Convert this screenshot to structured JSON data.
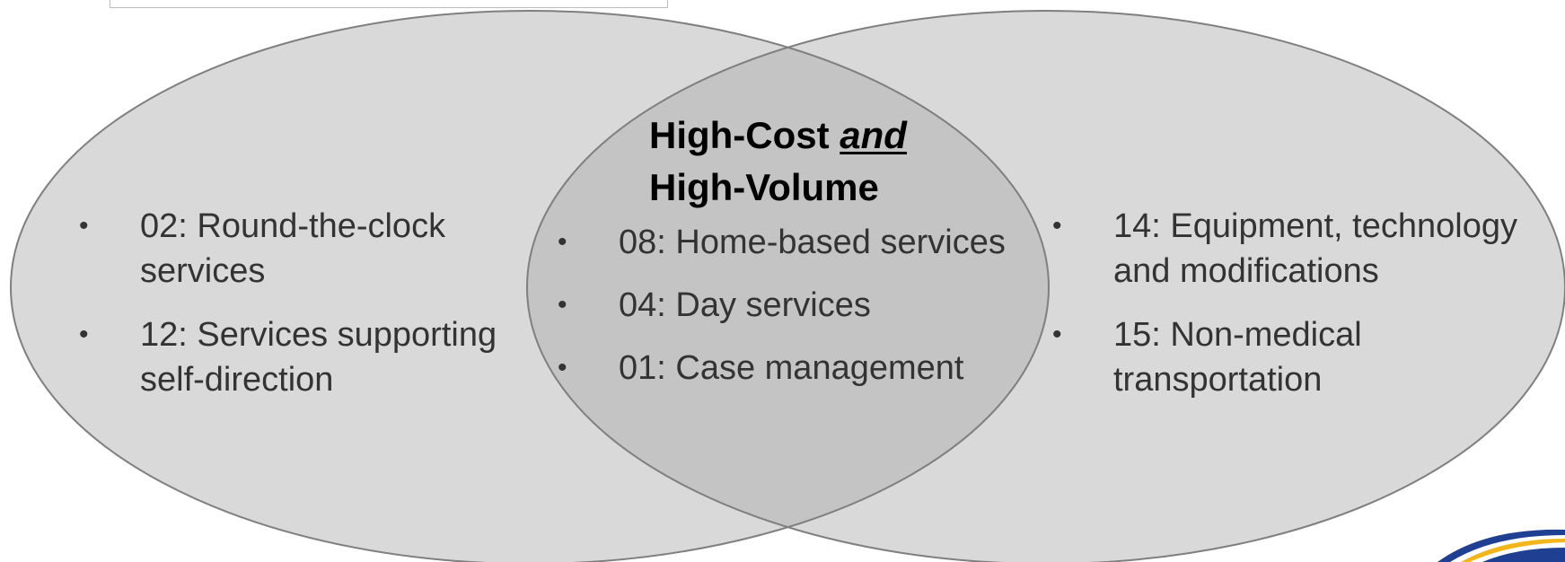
{
  "overlap": {
    "title_line1_pre": "High-Cost ",
    "title_line1_emph": "and",
    "title_line2": "High-Volume",
    "items": [
      "08: Home-based services",
      "04: Day services",
      "01: Case management"
    ]
  },
  "left_set": {
    "items": [
      "02: Round-the-clock services",
      "12: Services supporting self-direction"
    ]
  },
  "right_set": {
    "items": [
      "14: Equipment, technology and modifications",
      "15: Non-medical transportation"
    ]
  },
  "bullet_glyph": "•",
  "colors": {
    "circle_fill": "#d9d9d9",
    "overlap_fill": "#c4c4c4",
    "outline": "#7f7f7f",
    "text": "#333333",
    "title": "#000000",
    "logo_blue": "#1f3f93",
    "logo_gold": "#f2b61a"
  }
}
